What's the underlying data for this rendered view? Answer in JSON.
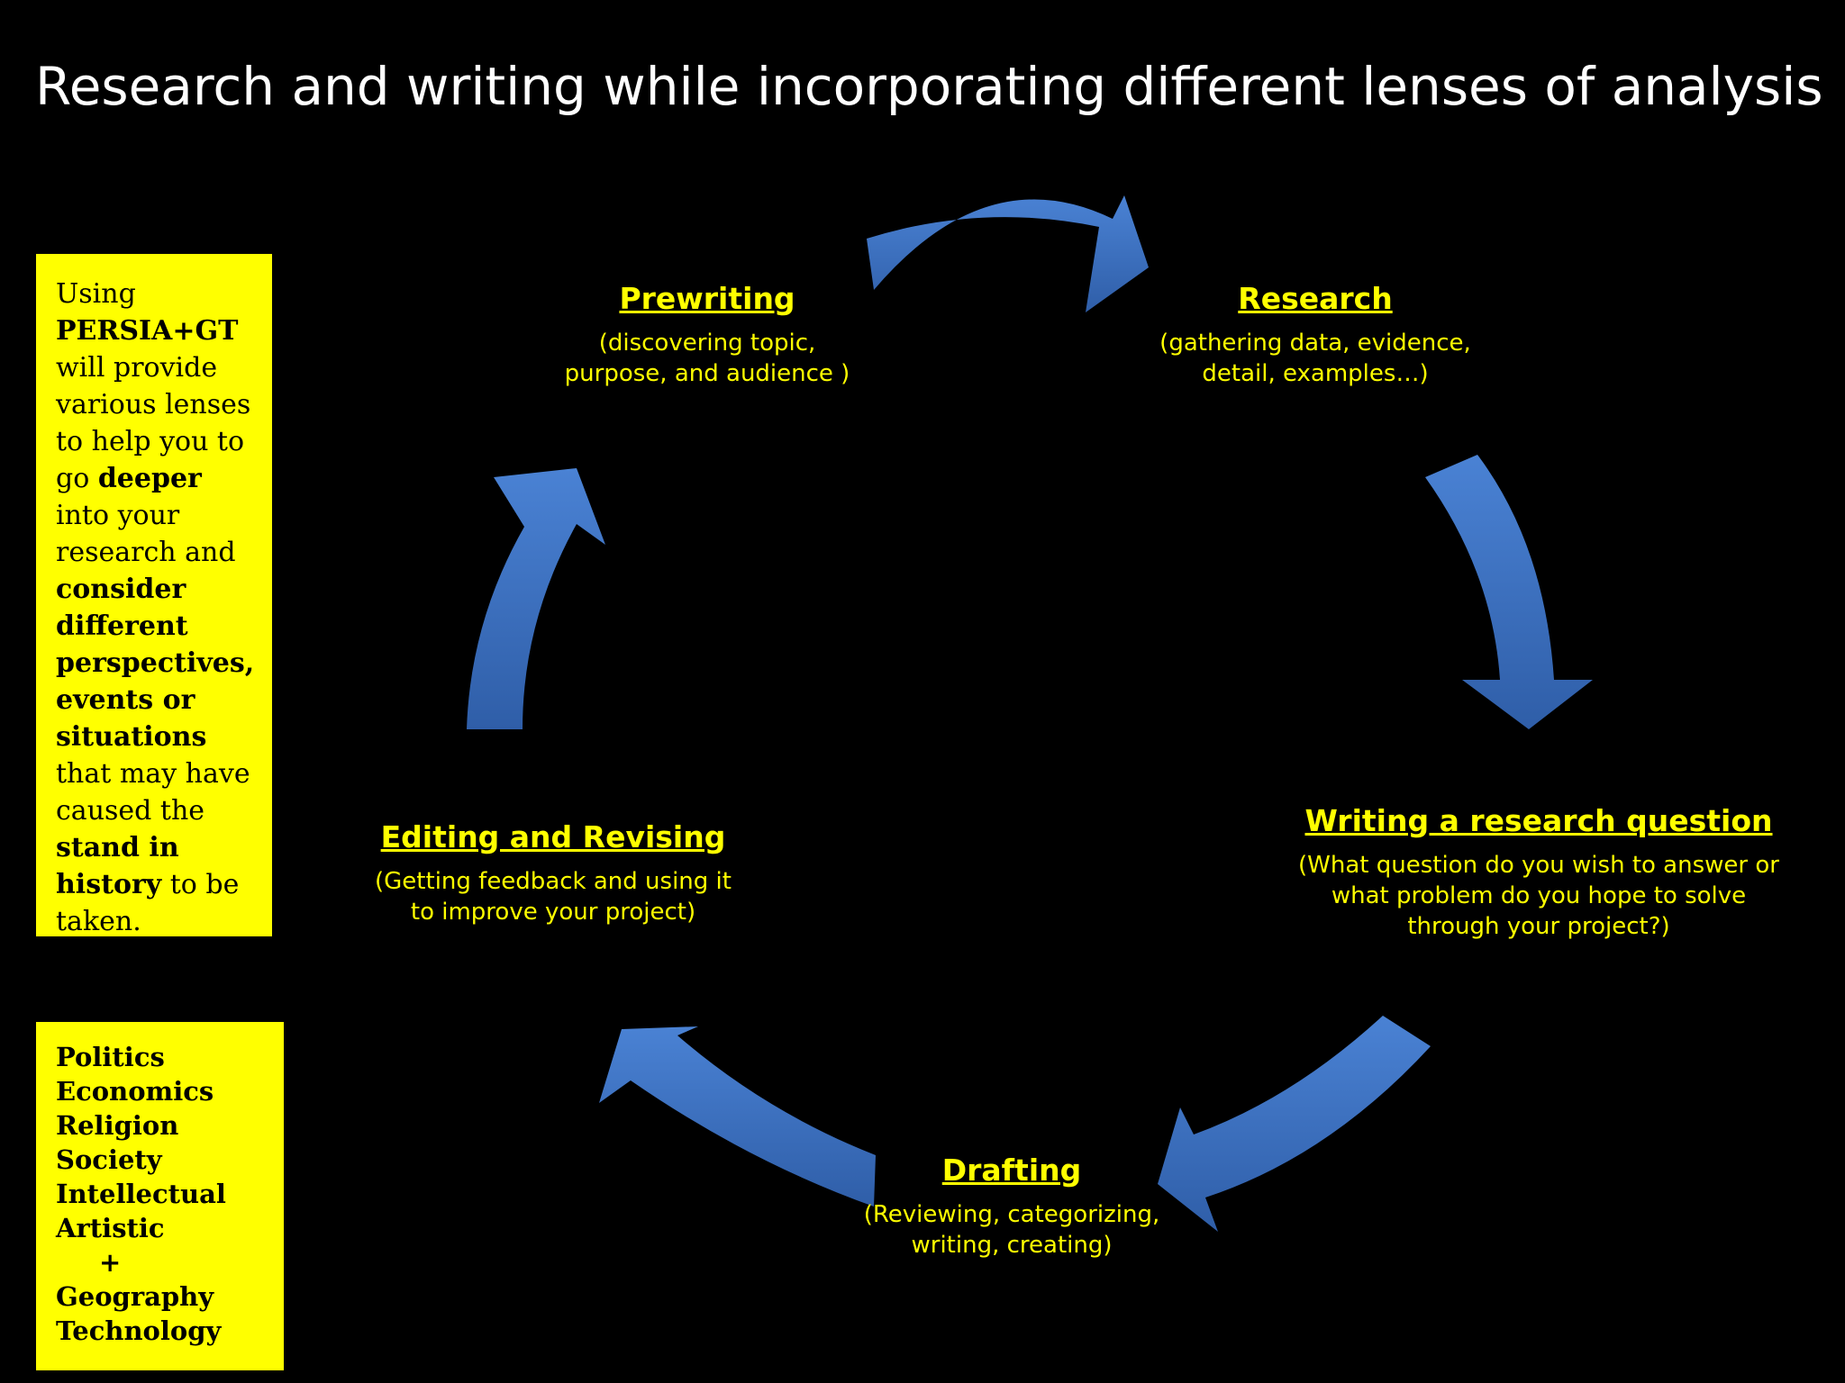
{
  "title": "Research and writing while incorporating different lenses of analysis",
  "colors": {
    "background": "#000000",
    "title_text": "#ffffff",
    "stage_text": "#ffff00",
    "arrow_fill_light": "#4a82d4",
    "arrow_fill_dark": "#2f5ea8",
    "box_background": "#ffff00",
    "box_text": "#000000"
  },
  "stages": {
    "prewriting": {
      "title": "Prewriting",
      "description": "(discovering topic,\npurpose, and audience )"
    },
    "research": {
      "title": "Research",
      "description": "(gathering data, evidence,\ndetail, examples…)"
    },
    "question": {
      "title": "Writing a research question",
      "description": "(What question do you wish to answer or\nwhat problem do you hope to solve\nthrough your project?)"
    },
    "drafting": {
      "title": "Drafting",
      "description": "(Reviewing, categorizing,\nwriting,  creating)"
    },
    "editing": {
      "title": "Editing and Revising",
      "description": "(Getting feedback and using it\nto improve your project)"
    }
  },
  "info_box": {
    "segments": [
      {
        "text": "Using ",
        "bold": false
      },
      {
        "text": "PERSIA+GT",
        "bold": true
      },
      {
        "text": " will provide various lenses to help you to go ",
        "bold": false
      },
      {
        "text": "deeper",
        "bold": true
      },
      {
        "text": " into your research and ",
        "bold": false
      },
      {
        "text": "consider different perspectives, events or situations",
        "bold": true
      },
      {
        "text": " that may have caused the ",
        "bold": false
      },
      {
        "text": "stand in history",
        "bold": true
      },
      {
        "text": " to be taken.",
        "bold": false
      }
    ]
  },
  "lenses": {
    "items": [
      "Politics",
      "Economics",
      "Religion",
      "Society",
      "Intellectual",
      "Artistic"
    ],
    "plus": "+",
    "extra": [
      "Geography",
      "Technology"
    ]
  }
}
